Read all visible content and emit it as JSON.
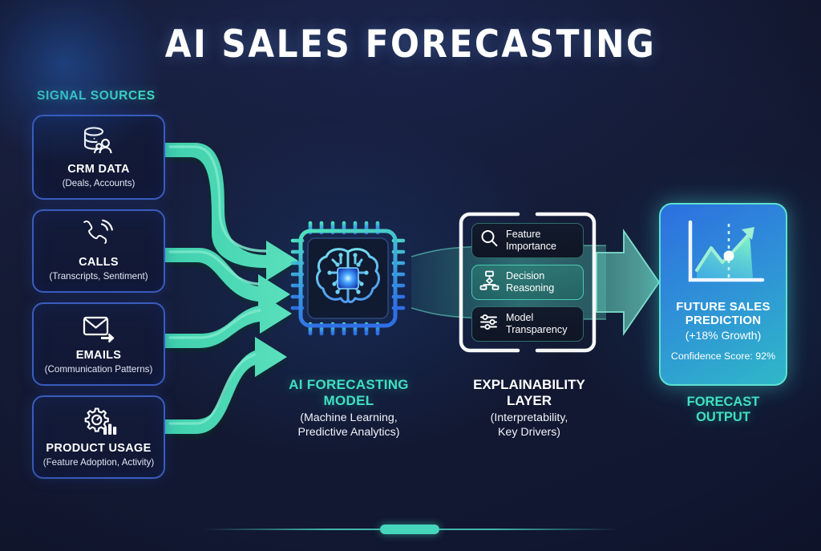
{
  "title": "AI SALES FORECASTING",
  "signal_sources": {
    "label": "SIGNAL SOURCES",
    "cards": [
      {
        "icon": "database-users-icon",
        "title": "CRM DATA",
        "subtitle": "(Deals, Accounts)"
      },
      {
        "icon": "phone-call-icon",
        "title": "CALLS",
        "subtitle": "(Transcripts, Sentiment)"
      },
      {
        "icon": "email-arrow-icon",
        "title": "EMAILS",
        "subtitle": "(Communication Patterns)"
      },
      {
        "icon": "gear-chart-icon",
        "title": "PRODUCT USAGE",
        "subtitle": "(Feature Adoption, Activity)"
      }
    ]
  },
  "model": {
    "icon": "ai-chip-brain-icon",
    "title": "AI FORECASTING MODEL",
    "subtitle": "(Machine Learning,\nPredictive Analytics)",
    "subtitle_line1": "(Machine Learning,",
    "subtitle_line2": "Predictive Analytics)"
  },
  "explainability": {
    "title": "EXPLAINABILITY LAYER",
    "subtitle_line1": "(Interpretability,",
    "subtitle_line2": "Key Drivers)",
    "rows": [
      {
        "icon": "magnifier-icon",
        "line1": "Feature",
        "line2": "Importance",
        "highlighted": false
      },
      {
        "icon": "flowchart-icon",
        "line1": "Decision",
        "line2": "Reasoning",
        "highlighted": true
      },
      {
        "icon": "sliders-icon",
        "line1": "Model",
        "line2": "Transparency",
        "highlighted": false
      }
    ]
  },
  "output": {
    "icon": "growth-chart-icon",
    "title_line1": "FUTURE SALES",
    "title_line2": "PREDICTION",
    "growth": "(+18% Growth)",
    "confidence": "Confidence Score: 92%",
    "label_line1": "FORECAST",
    "label_line2": "OUTPUT"
  },
  "colors": {
    "background": "#141a33",
    "accent_teal": "#3fe0c0",
    "card_border_blue": "#3a5cbd",
    "output_gradient_start": "#2c6fe0",
    "output_gradient_end": "#2fb8c8",
    "ribbon_teal": "#4ed9b4"
  }
}
